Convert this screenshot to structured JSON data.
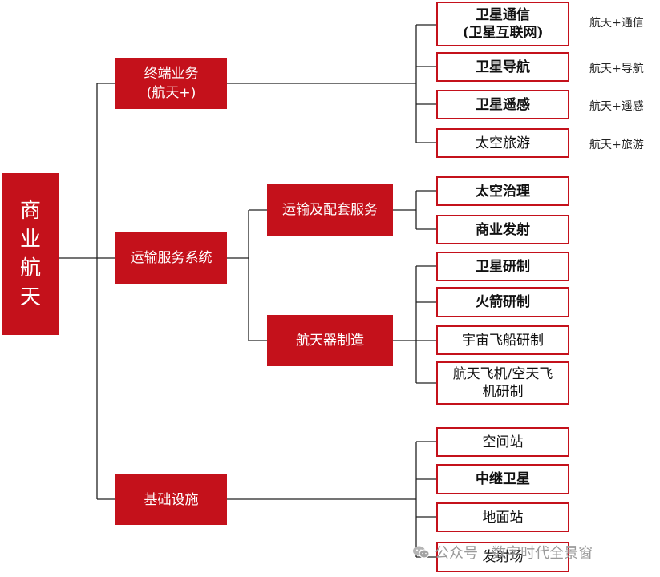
{
  "root": {
    "line1": "商",
    "line2": "业",
    "line3": "航",
    "line4": "天"
  },
  "level1": {
    "terminal": {
      "line1": "终端业务",
      "line2": "(航天+)"
    },
    "transport": {
      "label": "运输服务系统"
    },
    "infra": {
      "label": "基础设施"
    }
  },
  "level2": {
    "transport_service": {
      "label": "运输及配套服务"
    },
    "manufacturing": {
      "label": "航天器制造"
    }
  },
  "leaves": {
    "sat_comm": {
      "line1": "卫星通信",
      "line2": "(卫星互联网)"
    },
    "sat_nav": {
      "label": "卫星导航"
    },
    "sat_remote": {
      "label": "卫星遥感"
    },
    "space_tourism": {
      "label": "太空旅游"
    },
    "space_governance": {
      "label": "太空治理"
    },
    "commercial_launch": {
      "label": "商业发射"
    },
    "sat_rd": {
      "label": "卫星研制"
    },
    "rocket_rd": {
      "label": "火箭研制"
    },
    "spaceship_rd": {
      "label": "宇宙飞船研制"
    },
    "spaceplane_rd": {
      "line1": "航天飞机/空天飞",
      "line2": "机研制"
    },
    "space_station": {
      "label": "空间站"
    },
    "relay_sat": {
      "label": "中继卫星"
    },
    "ground_station": {
      "label": "地面站"
    },
    "launch_site": {
      "label": "发射场"
    }
  },
  "notes": {
    "comm": "航天+通信",
    "nav": "航天+导航",
    "remote": "航天+遥感",
    "tourism": "航天+旅游"
  },
  "watermark": {
    "text": "公众号 · 数字时代全景窗",
    "icon": "wechat-icon"
  },
  "colors": {
    "accent": "#c4111b",
    "line": "#222222"
  }
}
